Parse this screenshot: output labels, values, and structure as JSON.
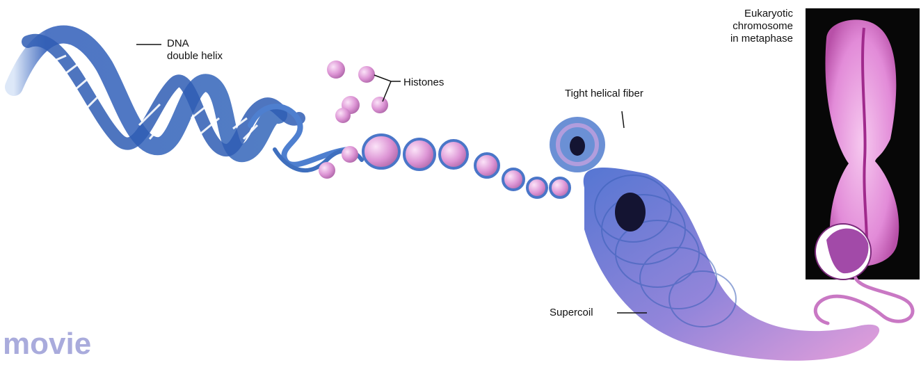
{
  "labels": {
    "dna": [
      "DNA",
      "double helix"
    ],
    "histones": "Histones",
    "fiber": "Tight helical fiber",
    "supercoil": "Supercoil",
    "chromosome": [
      "Eukaryotic",
      "chromosome",
      "in metaphase"
    ]
  },
  "link": {
    "movie": "movie"
  },
  "colors": {
    "dna_blue": "#3f6fbe",
    "histone_pink": "#d98fd0",
    "fiber_blue": "#5b84d0",
    "supercoil_pink": "#c978c4",
    "chromosome_bg": "#070707",
    "chromosome_pink": "#e08ad6",
    "link": "#a9abdc"
  }
}
